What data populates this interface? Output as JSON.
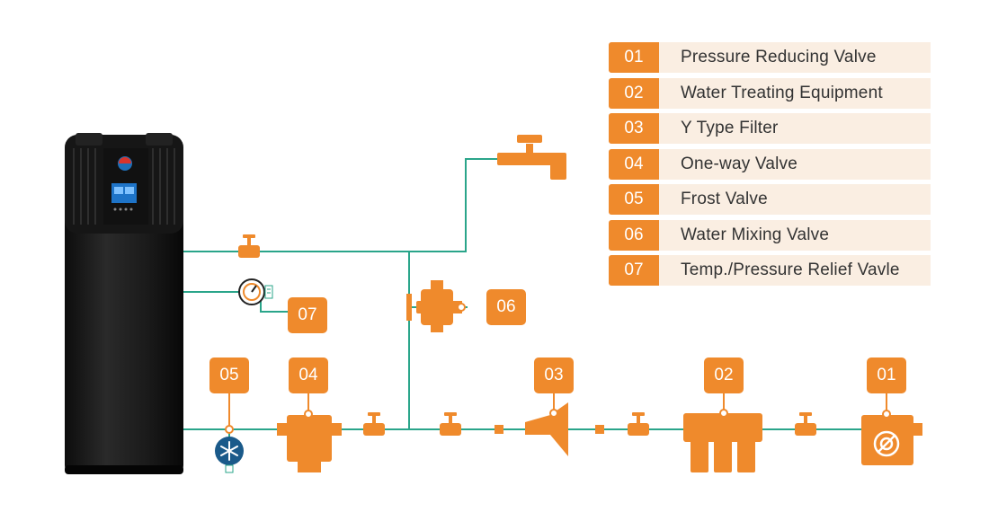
{
  "legend": [
    {
      "number": "01",
      "label": "Pressure Reducing Valve"
    },
    {
      "number": "02",
      "label": "Water Treating Equipment"
    },
    {
      "number": "03",
      "label": "Y Type Filter"
    },
    {
      "number": "04",
      "label": "One-way Valve"
    },
    {
      "number": "05",
      "label": "Frost Valve"
    },
    {
      "number": "06",
      "label": "Water Mixing Valve"
    },
    {
      "number": "07",
      "label": "Temp./Pressure Relief Vavle"
    }
  ],
  "tags": {
    "t01": "01",
    "t02": "02",
    "t03": "03",
    "t04": "04",
    "t05": "05",
    "t06": "06",
    "t07": "07"
  },
  "colors": {
    "accent": "#ef8a2c",
    "pipe": "#2aa58a",
    "legend_bg": "#faeee2",
    "tank": "#1b1b1b",
    "frost_valve": "#1a5a8a"
  },
  "icons": [
    "water-heater-tank",
    "faucet-icon",
    "ball-valve-icon",
    "pressure-gauge-icon",
    "snowflake-icon"
  ]
}
